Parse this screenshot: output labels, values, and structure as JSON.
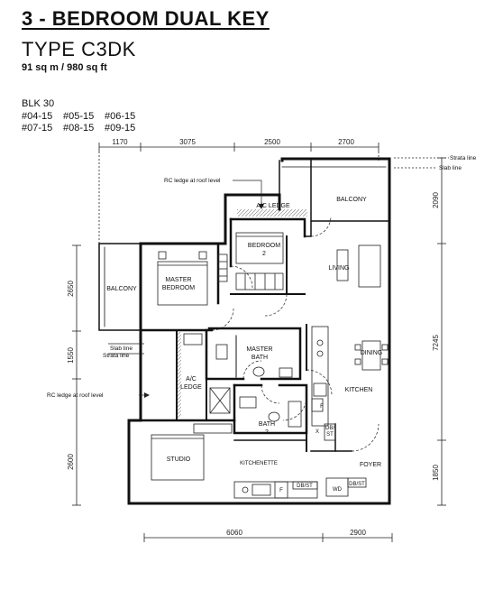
{
  "header": {
    "title": "3 - BEDROOM DUAL KEY",
    "type": "TYPE C3DK",
    "area": "91 sq m / 980 sq ft"
  },
  "block": {
    "label": "BLK 30",
    "units": [
      "#04-15",
      "#05-15",
      "#06-15",
      "#07-15",
      "#08-15",
      "#09-15"
    ]
  },
  "dimensions": {
    "top": [
      "1170",
      "3075",
      "2500",
      "2700"
    ],
    "bottom": [
      "6060",
      "2900"
    ],
    "left": [
      "2650",
      "1550",
      "2600"
    ],
    "right": [
      "2090",
      "7245",
      "1850"
    ]
  },
  "rooms": {
    "balcony_top": "BALCONY",
    "ac_ledge_top": "A/C LEDGE",
    "bedroom2": "BEDROOM",
    "bedroom2_num": "2",
    "living": "LIVING",
    "master_bedroom_1": "MASTER",
    "master_bedroom_2": "BEDROOM",
    "balcony_left": "BALCONY",
    "master_bath_1": "MASTER",
    "master_bath_2": "BATH",
    "dining": "DINING",
    "ac_ledge_left_1": "A/C",
    "ac_ledge_left_2": "LEDGE",
    "kitchen": "KITCHEN",
    "bath2": "BATH",
    "bath2_num": "2",
    "studio": "STUDIO",
    "kitchenette": "KITCHENETTE",
    "foyer": "FOYER",
    "f1": "F",
    "f2": "F",
    "x1": "X",
    "dbst1_a": "DB/",
    "dbst1_b": "ST",
    "dbst2": "DB/ST",
    "dbst3": "DB/ST",
    "wd": "WD"
  },
  "annotations": {
    "rc_ledge_top": "RC ledge at roof level",
    "rc_ledge_left": "RC ledge at roof level",
    "strata_line_right": "Strata line",
    "slab_line_right": "Slab line",
    "slab_line_left": "Slab line",
    "strata_line_left": "Strata line"
  }
}
